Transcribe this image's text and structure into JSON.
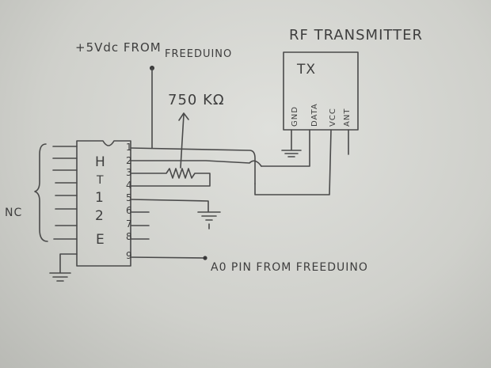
{
  "labels": {
    "power_top": "+5Vdc FROM",
    "power_bottom": "FREEDUINO",
    "resistor": "750 KΩ",
    "module_title": "RF TRANSMITTER",
    "module_name": "TX",
    "pin_gnd": "GND",
    "pin_data": "DATA",
    "pin_vcc": "VCC",
    "pin_ant": "ANT",
    "ic_name": [
      "H",
      "T",
      "1",
      "2",
      "E"
    ],
    "ic_pins": [
      "1",
      "2",
      "3",
      "4",
      "5",
      "6",
      "7",
      "8",
      "9"
    ],
    "nc": "NC",
    "analog_pin": "A0 PIN FROM FREEDUINO"
  },
  "colors": {
    "pencil": "#4a4a4a",
    "paper": "#d6d7d2"
  }
}
